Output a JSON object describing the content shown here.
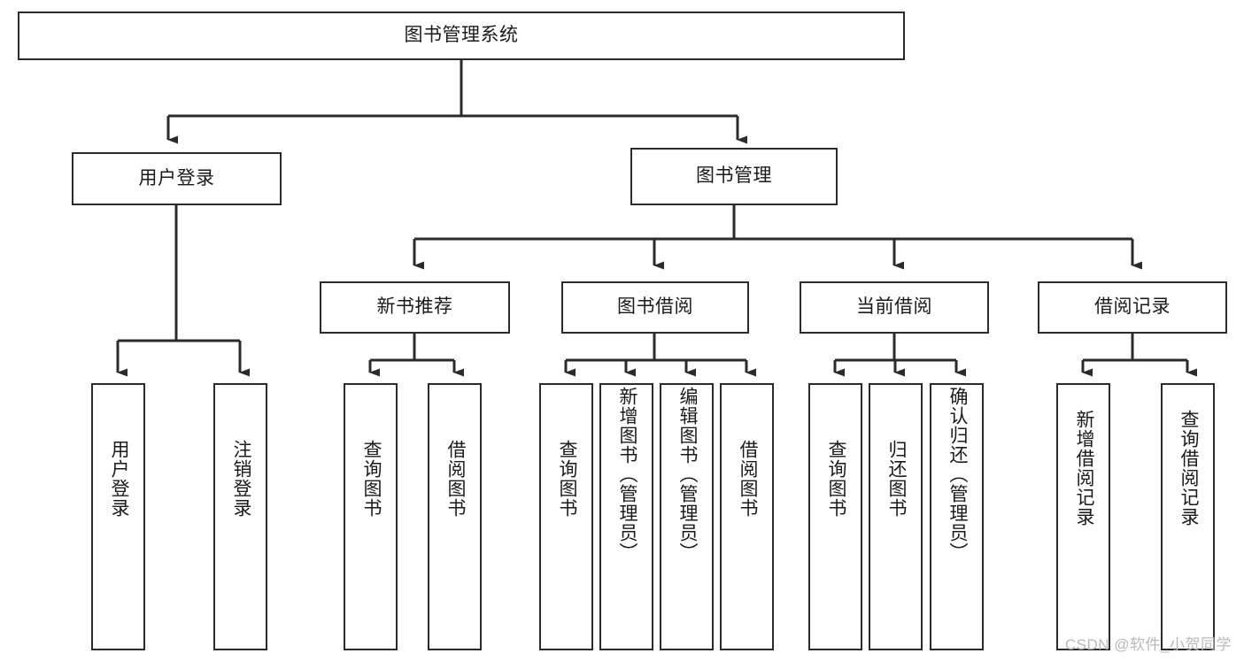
{
  "diagram": {
    "title": "图书管理系统",
    "watermark": "CSDN @软件_小贺同学",
    "type": "tree-hierarchy-diagram",
    "root": {
      "label": "图书管理系统"
    },
    "level2": [
      {
        "label": "用户登录"
      },
      {
        "label": "图书管理"
      }
    ],
    "level3": [
      {
        "label": "新书推荐"
      },
      {
        "label": "图书借阅"
      },
      {
        "label": "当前借阅"
      },
      {
        "label": "借阅记录"
      }
    ],
    "leaves": {
      "user_login": [
        {
          "label": "用户登录"
        },
        {
          "label": "注销登录"
        }
      ],
      "new_book_recommend": [
        {
          "label": "查询图书"
        },
        {
          "label": "借阅图书"
        }
      ],
      "book_borrow": [
        {
          "label": "查询图书"
        },
        {
          "label": "新增图书（管理员）"
        },
        {
          "label": "编辑图书（管理员）"
        },
        {
          "label": "借阅图书"
        }
      ],
      "current_borrow": [
        {
          "label": "查询图书"
        },
        {
          "label": "归还图书"
        },
        {
          "label": "确认归还（管理员）"
        }
      ],
      "borrow_record": [
        {
          "label": "新增借阅记录"
        },
        {
          "label": "查询借阅记录"
        }
      ]
    },
    "colors": {
      "stroke": "#2b2b2b",
      "background": "#ffffff",
      "text": "#1a1a1a",
      "watermark": "#b9b9b9"
    }
  }
}
